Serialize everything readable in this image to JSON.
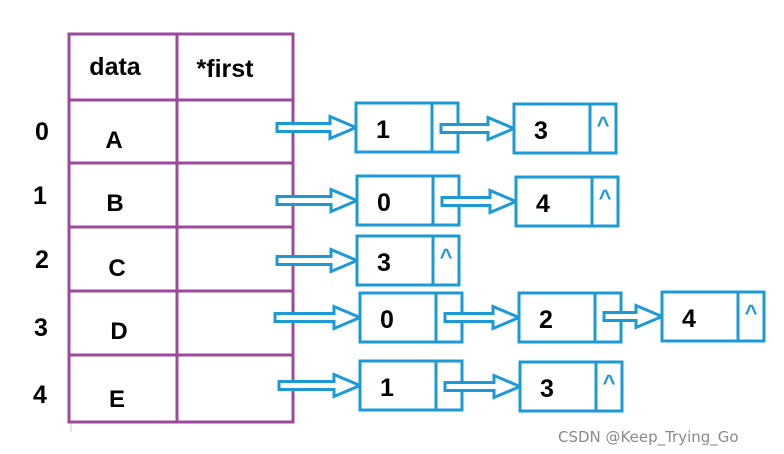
{
  "table": {
    "headers": [
      "data",
      "*first"
    ],
    "rows": [
      {
        "index": "0",
        "data": "A"
      },
      {
        "index": "1",
        "data": "B"
      },
      {
        "index": "2",
        "data": "C"
      },
      {
        "index": "3",
        "data": "D"
      },
      {
        "index": "4",
        "data": "E"
      }
    ]
  },
  "lists": [
    {
      "nodes": [
        "1",
        "3"
      ]
    },
    {
      "nodes": [
        "0",
        "4"
      ]
    },
    {
      "nodes": [
        "3"
      ]
    },
    {
      "nodes": [
        "0",
        "2",
        "4"
      ]
    },
    {
      "nodes": [
        "1",
        "3"
      ]
    }
  ],
  "null_marker": "^",
  "watermark": "CSDN @Keep_Trying_Go",
  "colors": {
    "table_border": "#9b4a9b",
    "node_border": "#1c9ad6",
    "text": "#000000",
    "watermark": "#8a8a8a"
  }
}
